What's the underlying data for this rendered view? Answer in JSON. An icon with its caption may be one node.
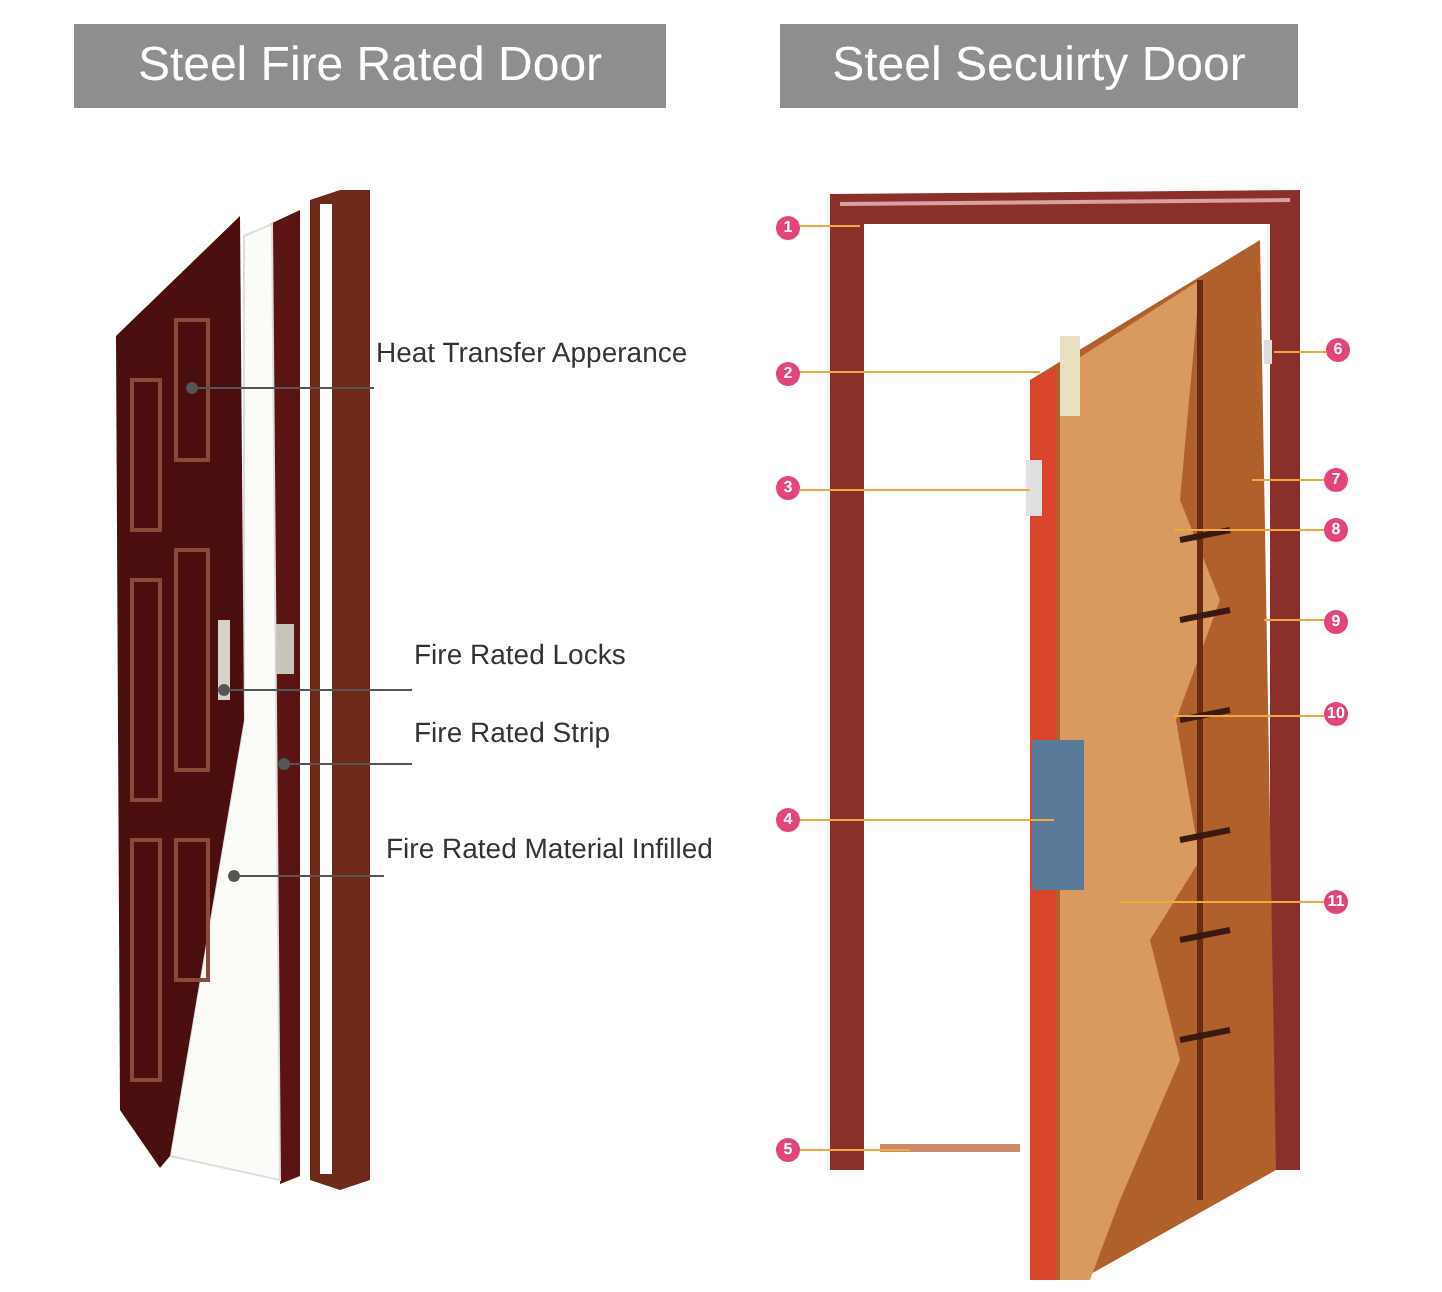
{
  "diagram": {
    "nodes": [
      {
        "text": [
          "Steel Fire Rated Door"
        ]
      },
      {
        "text": [
          "Steel Secuirty Door"
        ]
      },
      {
        "text": [
          "Heat Transfer Apperance"
        ]
      },
      {
        "text": [
          "Fire Rated Locks"
        ]
      },
      {
        "text": [
          "Fire Rated Strip"
        ]
      },
      {
        "text": [
          "Fire Rated Material Infilled"
        ]
      },
      {
        "text": [
          "1"
        ]
      },
      {
        "text": [
          "2"
        ]
      },
      {
        "text": [
          "3"
        ]
      },
      {
        "text": [
          "4"
        ]
      },
      {
        "text": [
          "5"
        ]
      },
      {
        "text": [
          "6"
        ]
      },
      {
        "text": [
          "7"
        ]
      },
      {
        "text": [
          "8"
        ]
      },
      {
        "text": [
          "9"
        ]
      },
      {
        "text": [
          "10"
        ]
      },
      {
        "text": [
          "11"
        ]
      }
    ],
    "edges": [
      {
        "from": 2,
        "to": null,
        "arrow": "other",
        "color": "#555555"
      },
      {
        "from": 3,
        "to": null,
        "arrow": "other",
        "color": "#555555"
      },
      {
        "from": 4,
        "to": null,
        "arrow": "other",
        "color": "#555555"
      },
      {
        "from": 5,
        "to": null,
        "arrow": "other",
        "color": "#555555"
      },
      {
        "from": 6,
        "to": null,
        "arrow": "none"
      },
      {
        "from": 7,
        "to": null,
        "arrow": "none"
      },
      {
        "from": 8,
        "to": null,
        "arrow": "none"
      },
      {
        "from": 9,
        "to": null,
        "arrow": "none"
      },
      {
        "from": 10,
        "to": null,
        "arrow": "none"
      },
      {
        "from": 11,
        "to": null,
        "arrow": "none"
      },
      {
        "from": 12,
        "to": null,
        "arrow": "none"
      },
      {
        "from": 13,
        "to": null,
        "arrow": "none"
      },
      {
        "from": 14,
        "to": null,
        "arrow": "none"
      },
      {
        "from": 15,
        "to": null,
        "arrow": "none"
      },
      {
        "from": 16,
        "to": null,
        "arrow": "none"
      }
    ]
  }
}
